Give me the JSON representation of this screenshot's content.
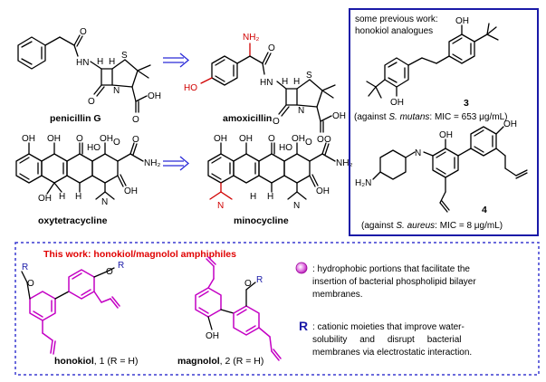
{
  "penicillin": {
    "name": "penicillin G",
    "labels": [
      "O",
      "HN",
      "H",
      "H",
      "S",
      "N",
      "O",
      "OH",
      "O"
    ]
  },
  "amoxicillin": {
    "name": "amoxicillin",
    "labels": [
      "NH₂",
      "HO",
      "O",
      "HN",
      "H",
      "H",
      "S",
      "N",
      "O",
      "OH",
      "O"
    ]
  },
  "oxytetracycline": {
    "name": "oxytetracycline",
    "labels": [
      "OH",
      "OH",
      "O",
      "HO",
      "OH",
      "O",
      "O",
      "NH₂",
      "OH",
      "H",
      "OH",
      "H",
      "N"
    ]
  },
  "minocycline": {
    "name": "minocycline",
    "labels": [
      "OH",
      "OH",
      "O",
      "HO",
      "OH",
      "O",
      "O",
      "NH₂",
      "OH",
      "H",
      "H",
      "N",
      "N"
    ]
  },
  "previous_work": {
    "title": "some previous work:",
    "subtitle": "honokiol analogues",
    "compound3": {
      "number": "3",
      "note_prefix": "(against ",
      "organism": "S. mutans",
      "note_suffix": ": MIC = 653 μg/mL)"
    },
    "compound4": {
      "number": "4",
      "note_prefix": "(against ",
      "organism": "S. aureus",
      "note_suffix": ": MIC = 8 μg/mL)"
    },
    "labels": [
      "OH",
      "OH",
      "OH",
      "OH",
      "N",
      "H₂N"
    ]
  },
  "this_work": {
    "title": "This work: honokiol/magnolol amphiphiles",
    "honokiol_label": [
      "R",
      "O",
      "O",
      "R"
    ],
    "magnolol_label": [
      "O",
      "R",
      "OH"
    ],
    "honokiol_name": "honokiol",
    "honokiol_num": ", 1 (R = H)",
    "magnolol_name": "magnolol",
    "magnolol_num": ", 2 (R = H)",
    "legend_hydrophobic": [
      ": hydrophobic portions that facilitate the",
      "insertion of bacterial phospholipid bilayer",
      "membranes."
    ],
    "legend_R_symbol": "R",
    "legend_cationic": [
      ": cationic moieties that improve water-",
      "solubility     and     disrupt     bacterial",
      "membranes via electrostatic interaction."
    ]
  },
  "colors": {
    "accent_blue": "#2a2ad8",
    "hetero_red": "#d00000",
    "hydrophobic_magenta": "#c400c4",
    "dash_blue": "#3a3ad0"
  }
}
